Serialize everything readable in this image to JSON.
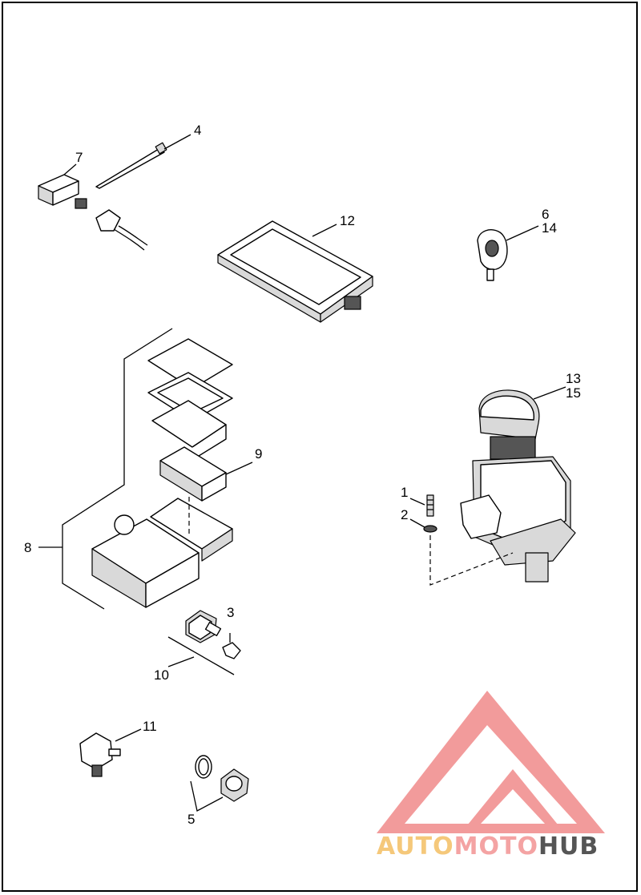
{
  "callouts": [
    {
      "id": "c1",
      "text": "1"
    },
    {
      "id": "c2",
      "text": "2"
    },
    {
      "id": "c3",
      "text": "3"
    },
    {
      "id": "c4",
      "text": "4"
    },
    {
      "id": "c5",
      "text": "5"
    },
    {
      "id": "c6",
      "text": "6"
    },
    {
      "id": "c7",
      "text": "7"
    },
    {
      "id": "c8",
      "text": "8"
    },
    {
      "id": "c9",
      "text": "9"
    },
    {
      "id": "c10",
      "text": "10"
    },
    {
      "id": "c11",
      "text": "11"
    },
    {
      "id": "c12",
      "text": "12"
    },
    {
      "id": "c13",
      "text": "13"
    },
    {
      "id": "c14",
      "text": "14"
    },
    {
      "id": "c15",
      "text": "15"
    }
  ],
  "watermark": {
    "part1": "AUTO",
    "part2": "MOTO",
    "part3": "HUB",
    "color_light": "#f5c87a",
    "color_mid": "#f4a3a3",
    "color_dark": "#555555",
    "logo_color": "#f08a8a"
  }
}
